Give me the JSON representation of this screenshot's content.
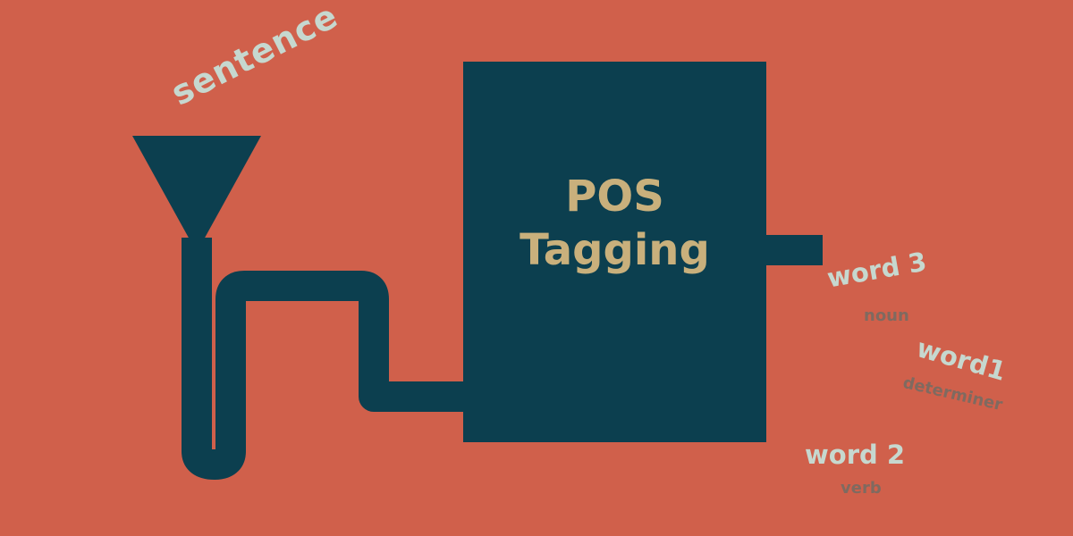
{
  "colors": {
    "background": "#d0604b",
    "machine": "#0c3f4f",
    "box_title": "#c9b07c",
    "word_text": "#c6d8cf",
    "tag_text": "#7f6a60"
  },
  "input": {
    "label": "sentence"
  },
  "box": {
    "title_line1": "POS",
    "title_line2": "Tagging"
  },
  "outputs": [
    {
      "word": "word 3",
      "tag": "noun"
    },
    {
      "word": "word1",
      "tag": "determiner"
    },
    {
      "word": "word 2",
      "tag": "verb"
    }
  ]
}
